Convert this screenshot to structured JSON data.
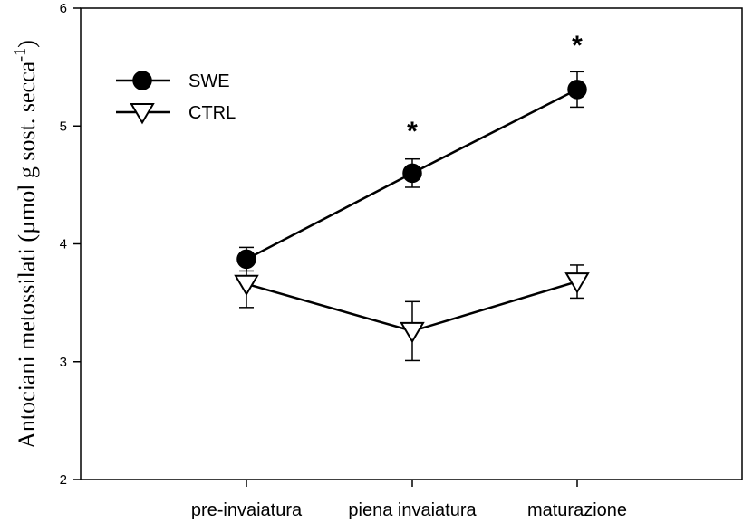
{
  "chart_data": {
    "type": "line",
    "categories": [
      "pre-invaiatura",
      "piena invaiatura",
      "maturazione"
    ],
    "ylabel": "Antociani metossilati (µmol g sost. secca",
    "ylabel_sup": "-1",
    "ylabel_close": ")",
    "ylim": [
      2,
      6
    ],
    "yticks": [
      "2",
      "3",
      "4",
      "5",
      "6"
    ],
    "grid": false,
    "legend_position": "top-left",
    "series": [
      {
        "name": "SWE",
        "marker": "filled-circle",
        "color": "#000000",
        "values": [
          3.87,
          4.6,
          5.31
        ],
        "errors": [
          0.1,
          0.12,
          0.15
        ]
      },
      {
        "name": "CTRL",
        "marker": "open-triangle-down",
        "color": "#000000",
        "values": [
          3.66,
          3.26,
          3.68
        ],
        "errors": [
          0.2,
          0.25,
          0.14
        ]
      }
    ],
    "annotations": [
      {
        "text": "*",
        "category": "piena invaiatura",
        "y": 4.97
      },
      {
        "text": "*",
        "category": "maturazione",
        "y": 5.7
      }
    ]
  }
}
